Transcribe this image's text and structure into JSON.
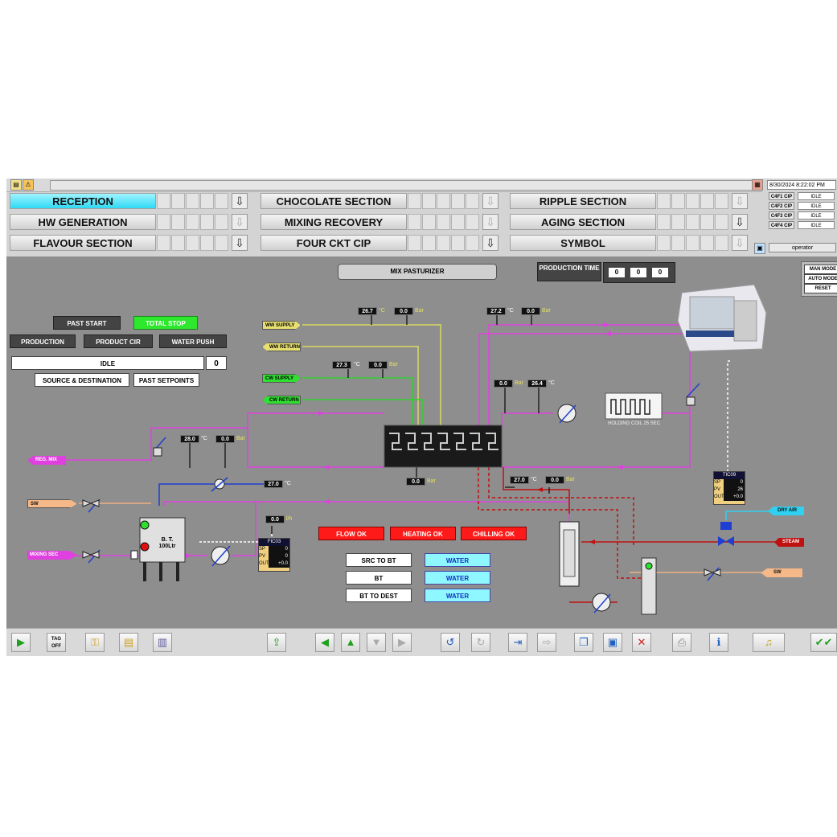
{
  "window": {
    "datetime": "8/30/2024 8:22:02 PM",
    "user": "operator"
  },
  "nav": {
    "col1": [
      "RECEPTION",
      "HW GENERATION",
      "FLAVOUR SECTION"
    ],
    "col2": [
      "CHOCOLATE SECTION",
      "MIXING RECOVERY",
      "FOUR CKT CIP"
    ],
    "col3": [
      "RIPPLE SECTION",
      "AGING SECTION",
      "SYMBOL"
    ]
  },
  "cip": [
    {
      "name": "C4F1 CIP",
      "state": "IDLE"
    },
    {
      "name": "C4F2 CIP",
      "state": "IDLE"
    },
    {
      "name": "C4F3 CIP",
      "state": "IDLE"
    },
    {
      "name": "C4F4 CIP",
      "state": "IDLE"
    }
  ],
  "header": {
    "title": "MIX PASTURIZER",
    "production_time_label": "PRODUCTION TIME",
    "production_time": [
      "0",
      "0",
      "0"
    ]
  },
  "modes": {
    "man": "MAN MODE",
    "auto": "AUTO MODE",
    "reset": "RESET"
  },
  "controls": {
    "past_start": "PAST START",
    "total_stop": "TOTAL STOP",
    "production": "PRODUCTION",
    "product_cir": "PRODUCT CIR",
    "water_push": "WATER PUSH",
    "status": "IDLE",
    "status_value": "0",
    "source_dest": "SOURCE & DESTINATION",
    "past_setpoints": "PAST SETPOINTS"
  },
  "lines": {
    "ww_supply": "WW SUPPLY",
    "ww_return": "WW RETURN",
    "cw_supply": "CW SUPPLY",
    "cw_return": "CW RETURN",
    "reg_mix": "REG. MIX",
    "sw": "SW",
    "mixing_sec": "MIXING SEC",
    "dry_air": "DRY AIR",
    "steam": "STEAM",
    "sw2": "SW"
  },
  "readings": {
    "ww_temp": "26.7",
    "ww_press": "0.0",
    "cw_temp": "27.3",
    "cw_press": "0.0",
    "top_temp": "27.2",
    "top_press": "0.0",
    "hc_press": "0.0",
    "hc_temp": "26.4",
    "bt_temp": "28.0",
    "bt_press": "0.0",
    "line_temp": "27.0",
    "phe_press": "0.0",
    "steam_temp": "27.0",
    "steam_press": "0.0",
    "flow": "0.0"
  },
  "units": {
    "c": "°C",
    "bar": "Bar",
    "lh": "l/h"
  },
  "holding_coil": "HOLDING COIL 25 SEC",
  "tank": {
    "name": "B. T.",
    "capacity": "100Ltr"
  },
  "fic03": {
    "title": "FIC03",
    "sp": "0",
    "pv": "0",
    "out": "+0.0"
  },
  "tic09": {
    "title": "TIC09",
    "sp": "0",
    "pv": "26",
    "out": "+0.0"
  },
  "pid_labels": {
    "sp": "SP",
    "pv": "PV",
    "out": "OUT"
  },
  "alarms": [
    "FLOW OK",
    "HEATING OK",
    "CHILLING OK"
  ],
  "routes": [
    {
      "label": "SRC TO BT",
      "value": "WATER"
    },
    {
      "label": "BT",
      "value": "WATER"
    },
    {
      "label": "BT TO DEST",
      "value": "WATER"
    }
  ],
  "toolbar": {
    "tag_off": "TAG OFF"
  },
  "colors": {
    "product": "#e040e0",
    "ww": "#d8d860",
    "cw": "#30d030",
    "steam": "#c01010",
    "water": "#f0b080",
    "air": "#30d0f0",
    "coldwater": "#1f3fd0"
  }
}
